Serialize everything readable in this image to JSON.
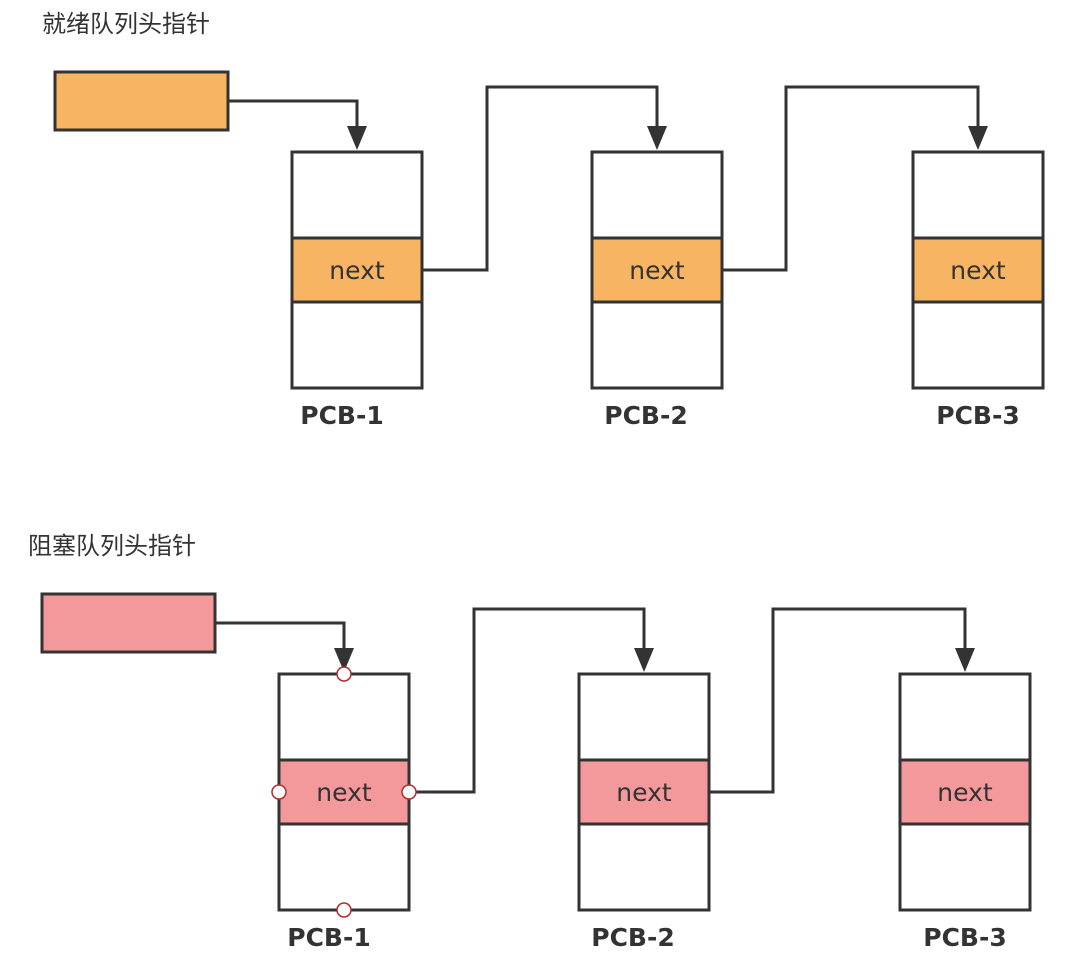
{
  "diagram": {
    "ready_queue": {
      "title": "就绪队列头指针",
      "fill": "#f7b462",
      "next_label": "next",
      "pcbs": [
        "PCB-1",
        "PCB-2",
        "PCB-3"
      ]
    },
    "blocked_queue": {
      "title": "阻塞队列头指针",
      "fill": "#f4999b",
      "next_label": "next",
      "pcbs": [
        "PCB-1",
        "PCB-2",
        "PCB-3"
      ]
    },
    "colors": {
      "stroke": "#333333",
      "text": "#333333",
      "handle_stroke": "#b02a30"
    }
  }
}
